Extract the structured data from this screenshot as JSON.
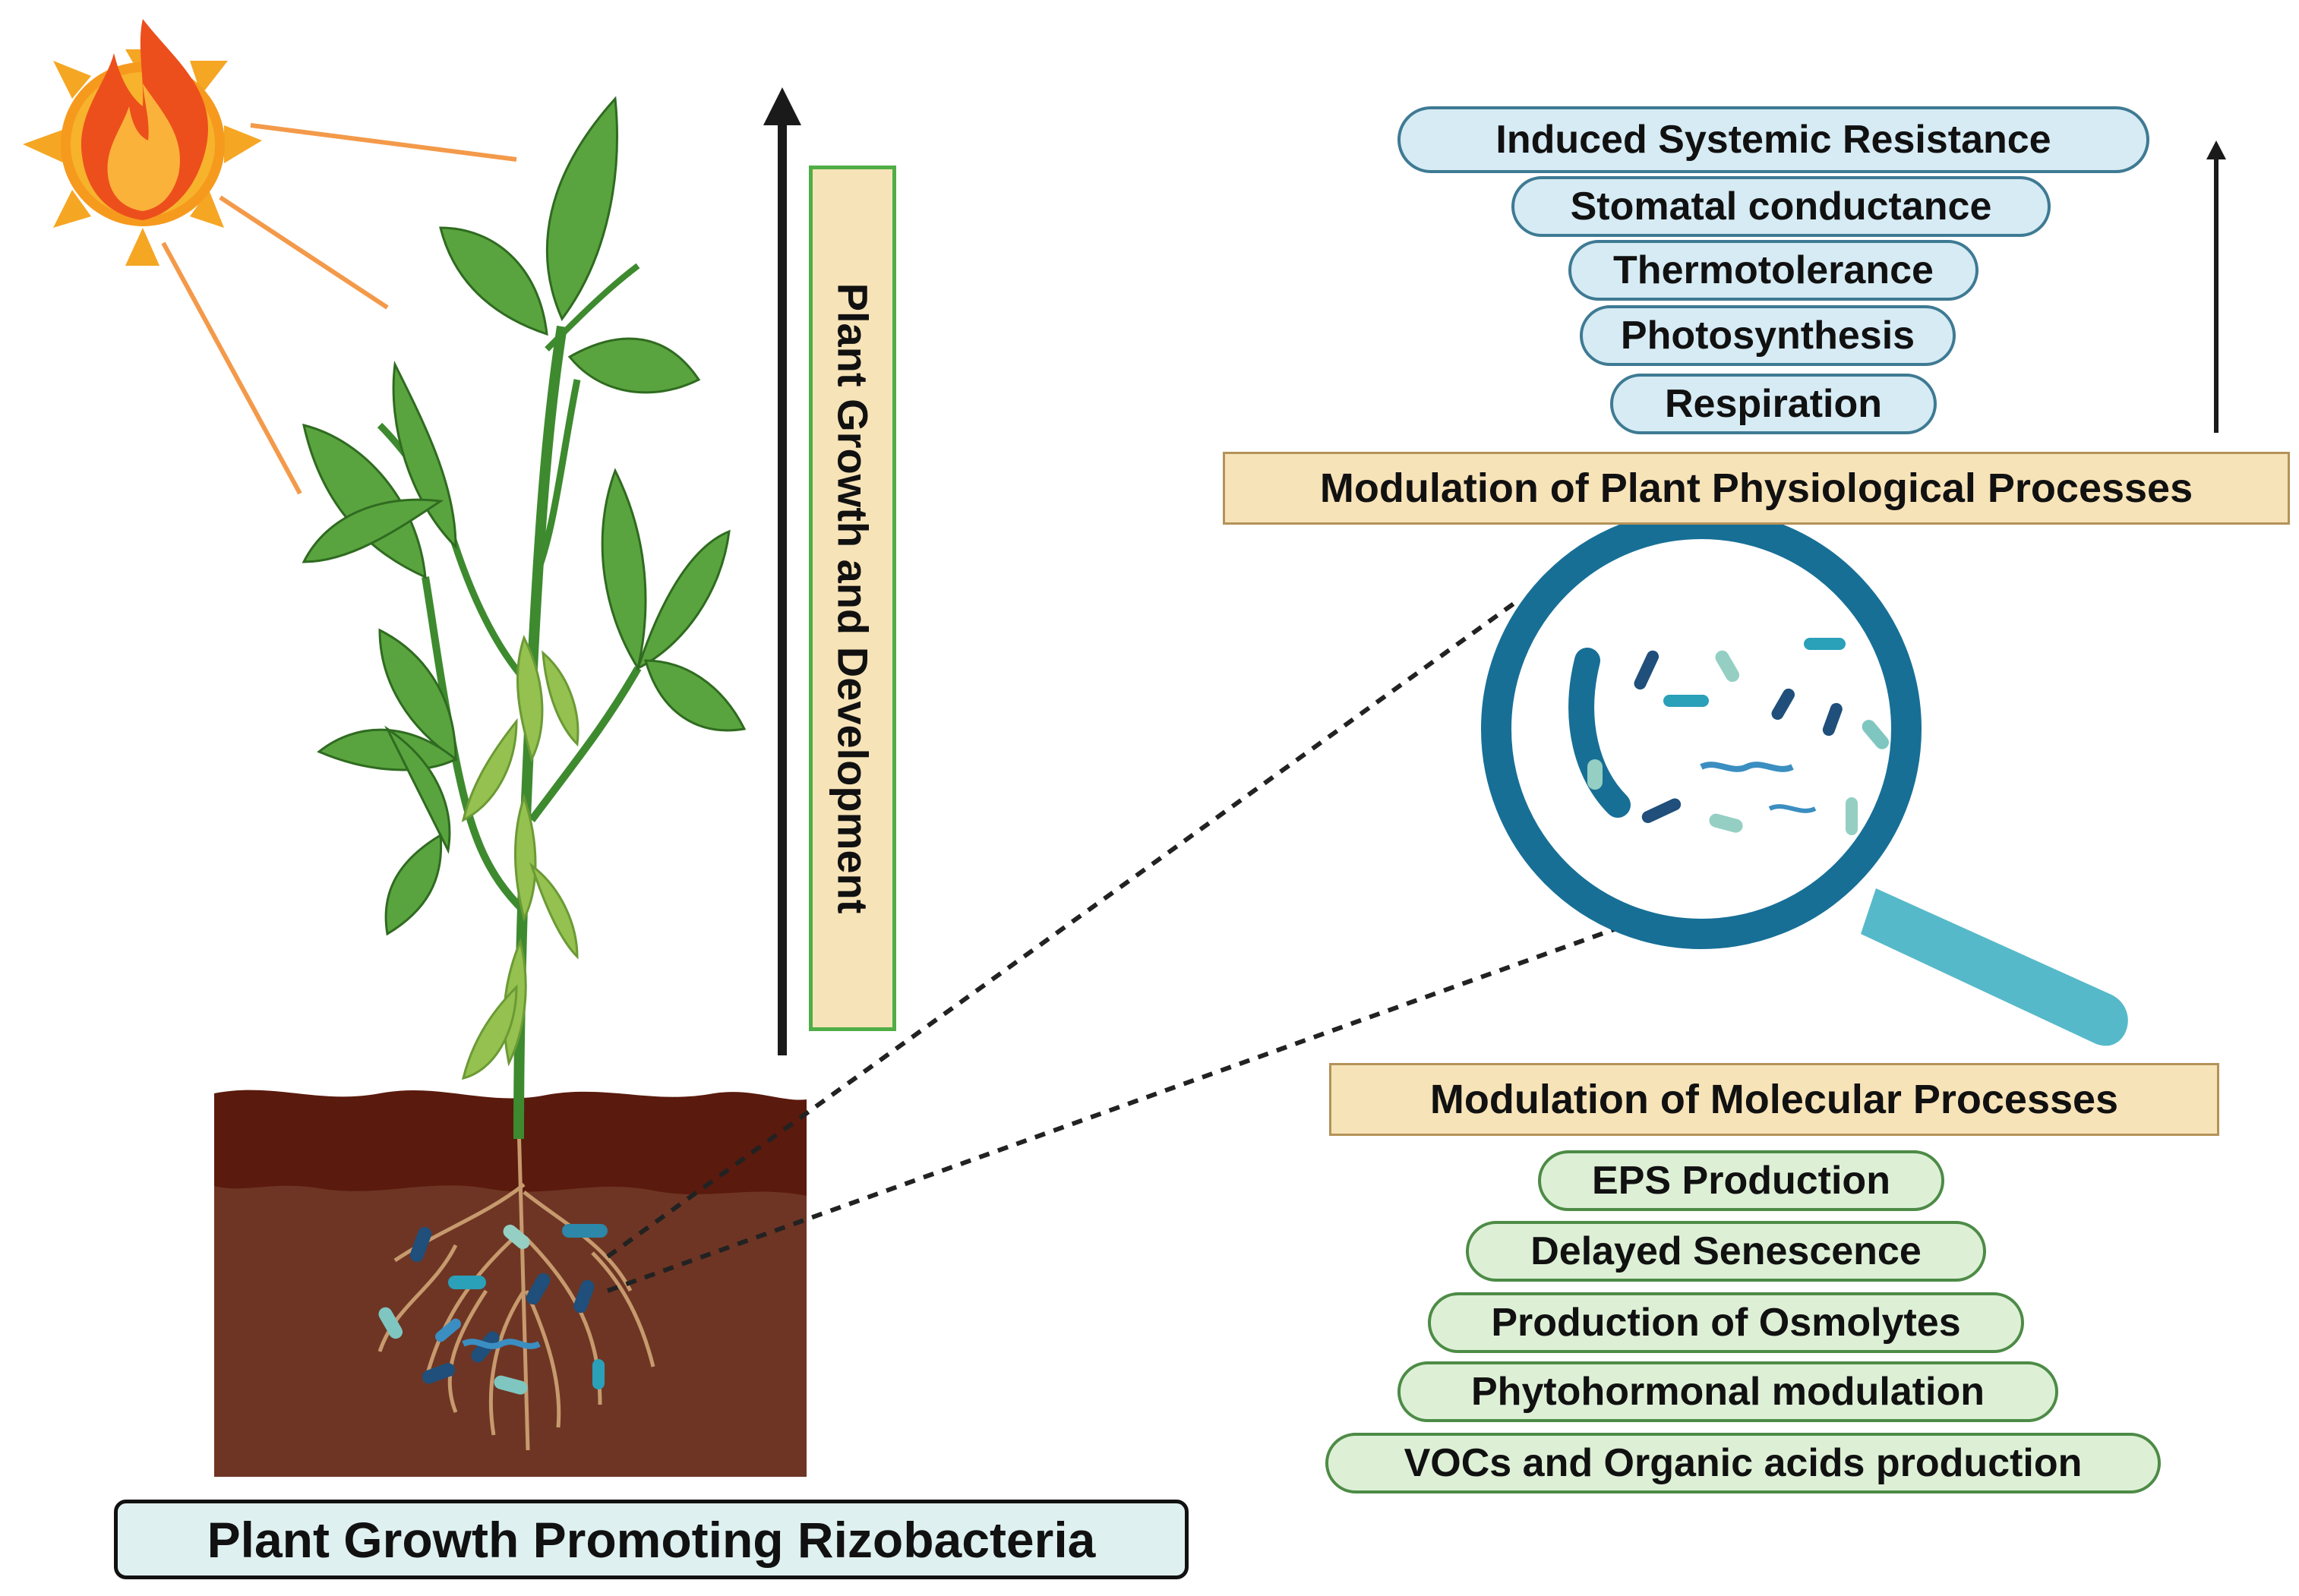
{
  "vertical_label": "Plant Growth and Development",
  "bottom_title": "Plant Growth Promoting Rizobacteria",
  "physiological": {
    "banner": "Modulation of Plant Physiological Processes",
    "items": [
      "Induced Systemic Resistance",
      "Stomatal conductance",
      "Thermotolerance",
      "Photosynthesis",
      "Respiration"
    ]
  },
  "molecular": {
    "banner": "Modulation of Molecular Processes",
    "items": [
      "EPS Production",
      "Delayed Senescence",
      "Production of Osmolytes",
      "Phytohormonal modulation",
      "VOCs and Organic acids production"
    ]
  },
  "colors": {
    "soil_top": "#5a1a0d",
    "soil_bottom": "#6e3524",
    "leaf": "#4f9a3c",
    "sun": "#f4a11d",
    "banner_fill": "#f7e3b8",
    "blue_pill": "#d6ebf4",
    "green_pill": "#ddf0d6",
    "magnifier_ring": "#176f96",
    "magnifier_handle": "#55b8c9"
  },
  "icons": [
    "sun-icon",
    "plant-icon",
    "magnifier-icon",
    "bacteria-icon",
    "up-arrow-icon"
  ]
}
